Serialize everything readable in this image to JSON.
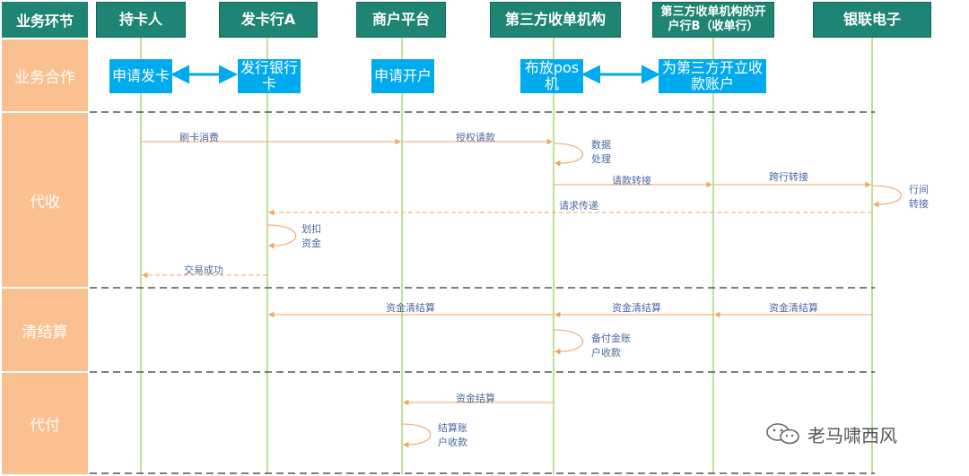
{
  "header": {
    "first_col": "业务环节",
    "roles": [
      "持卡人",
      "发卡行A",
      "商户平台",
      "第三方收单机构",
      "第三方收单机构的开户行B（收单行）",
      "银联电子"
    ]
  },
  "lanes": [
    "业务合作",
    "代收",
    "清结算",
    "代付"
  ],
  "cooperation": {
    "apply_card": "申请发卡",
    "issue_card": "发行银行卡",
    "apply_open": "申请开户",
    "deploy_pos": "布放pos机",
    "open_account": "为第三方开立收款账户"
  },
  "messages": {
    "swipe": "刷卡消费",
    "auth": "授权请款",
    "data_processing": "数据处理",
    "request_forward": "请款转接",
    "cross_bank": "跨行转接",
    "interbank": "行间转接",
    "request_pass": "请求传递",
    "deduct": "划扣资金",
    "success": "交易成功",
    "clearing_1": "资金清结算",
    "clearing_2": "资金清结算",
    "clearing_3": "资金清结算",
    "reserve": "备付金账户收款",
    "settle": "资金结算",
    "settle_account": "结算账户收款"
  },
  "watermark": "老马啸西风",
  "colors": {
    "header": "#1e8574",
    "lane": "#fac090",
    "box": "#00aaee",
    "lifeline": "#92d050",
    "arrow": "#f4a460",
    "dash": "#555555"
  }
}
